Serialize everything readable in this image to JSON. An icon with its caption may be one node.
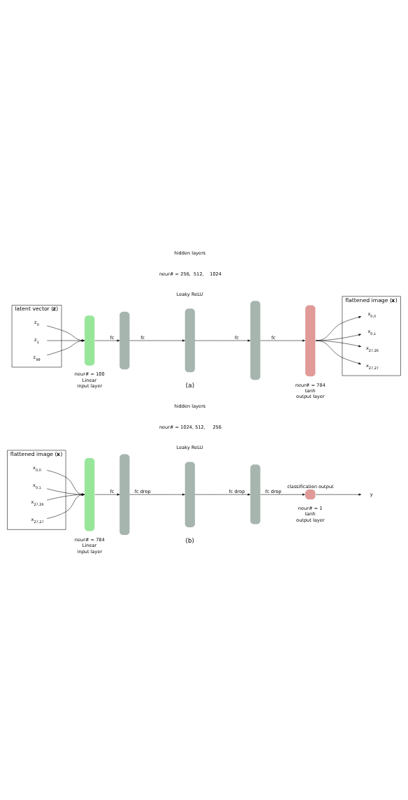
{
  "diagram": {
    "nodes": [
      {
        "text": [
          "latent vector (**z**)"
        ]
      },
      {
        "text": [
          "z$_{0}$"
        ],
        "in": 0
      },
      {
        "text": [
          "z$_{1}$"
        ],
        "in": 0
      },
      {
        "text": [
          "z$_{99}$"
        ],
        "in": 0
      },
      {
        "text": [],
        "shape": "bar",
        "beside": [
          "neur# = 100",
          "Linear",
          "input layer"
        ]
      },
      {
        "text": [],
        "shape": "bar"
      },
      {
        "text": [],
        "shape": "bar"
      },
      {
        "text": [],
        "shape": "bar"
      },
      {
        "text": [],
        "shape": "bar",
        "beside": [
          "neur# = 784",
          "tanh",
          "output layer"
        ]
      },
      {
        "text": [
          "flattened image (**x**)"
        ]
      },
      {
        "text": [
          "x$_{0,0}$"
        ],
        "in": 9
      },
      {
        "text": [
          "x$_{0,1}$"
        ],
        "in": 9
      },
      {
        "text": [
          "x$_{27,26}$"
        ],
        "in": 9
      },
      {
        "text": [
          "x$_{27,27}$"
        ],
        "in": 9
      },
      {
        "text": [
          "flattened image (**x**)"
        ]
      },
      {
        "text": [
          "x$_{0,0}$"
        ],
        "in": 14
      },
      {
        "text": [
          "x$_{0,1}$"
        ],
        "in": 14
      },
      {
        "text": [
          "x$_{27,26}$"
        ],
        "in": 14
      },
      {
        "text": [
          "x$_{27,27}$"
        ],
        "in": 14
      },
      {
        "text": [],
        "shape": "bar",
        "beside": [
          "neur# = 784",
          "Linear",
          "input layer"
        ]
      },
      {
        "text": [],
        "shape": "bar"
      },
      {
        "text": [],
        "shape": "bar"
      },
      {
        "text": [],
        "shape": "bar"
      },
      {
        "text": [],
        "shape": "box",
        "beside": [
          "classification output",
          "neur# = 1",
          "tanh",
          "output layer"
        ]
      },
      {
        "text": [
          "y"
        ]
      }
    ],
    "edges": [
      {
        "from": 1,
        "to": 4,
        "arrow": "to"
      },
      {
        "from": 2,
        "to": 4,
        "arrow": "to"
      },
      {
        "from": 3,
        "to": 4,
        "arrow": "to"
      },
      {
        "from": 4,
        "to": 5,
        "arrow": "to",
        "label": "fc"
      },
      {
        "from": 5,
        "to": 6,
        "arrow": "to",
        "label": "fc"
      },
      {
        "from": 6,
        "to": 7,
        "arrow": "to",
        "label": "fc"
      },
      {
        "from": 7,
        "to": 8,
        "arrow": "to",
        "label": "fc"
      },
      {
        "from": 8,
        "to": 10,
        "arrow": "to"
      },
      {
        "from": 8,
        "to": 11,
        "arrow": "to"
      },
      {
        "from": 8,
        "to": 12,
        "arrow": "to"
      },
      {
        "from": 8,
        "to": 13,
        "arrow": "to"
      },
      {
        "from": 15,
        "to": 19,
        "arrow": "to"
      },
      {
        "from": 16,
        "to": 19,
        "arrow": "to"
      },
      {
        "from": 17,
        "to": 19,
        "arrow": "to"
      },
      {
        "from": 18,
        "to": 19,
        "arrow": "to"
      },
      {
        "from": 19,
        "to": 20,
        "arrow": "to",
        "label": "fc"
      },
      {
        "from": 20,
        "to": 21,
        "arrow": "to",
        "label": "fc drop"
      },
      {
        "from": 21,
        "to": 22,
        "arrow": "to",
        "label": "fc drop"
      },
      {
        "from": 22,
        "to": 23,
        "arrow": "to",
        "label": "fc drop"
      },
      {
        "from": 23,
        "to": 24,
        "arrow": "to"
      }
    ],
    "labels": [
      "hidden layers",
      "neur# = 256,  512,    1024",
      "Leaky ReLU",
      "(a)",
      "hidden layers",
      "neur# = 1024, 512,     256",
      "Leaky ReLU",
      "(b)"
    ]
  }
}
